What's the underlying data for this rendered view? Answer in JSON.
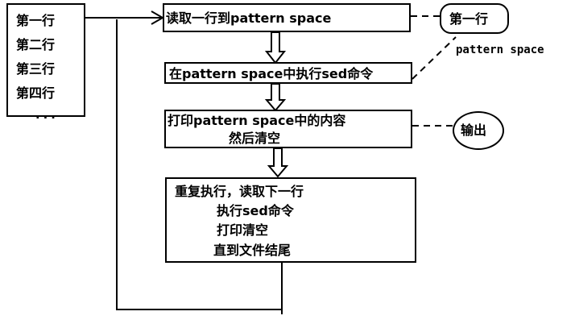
{
  "input_lines": [
    "第一行",
    "第二行",
    "第三行",
    "第四行",
    "..."
  ],
  "steps": {
    "read": "读取一行到pattern space",
    "exec": "在pattern space中执行sed命令",
    "print_line1": "打印pattern space中的内容",
    "print_line2": "然后清空",
    "repeat": [
      "重复执行，读取下一行",
      "执行sed命令",
      "打印清空",
      "直到文件结尾"
    ]
  },
  "callouts": {
    "first_line": "第一行",
    "pattern_space": "pattern space",
    "output": "输出"
  }
}
